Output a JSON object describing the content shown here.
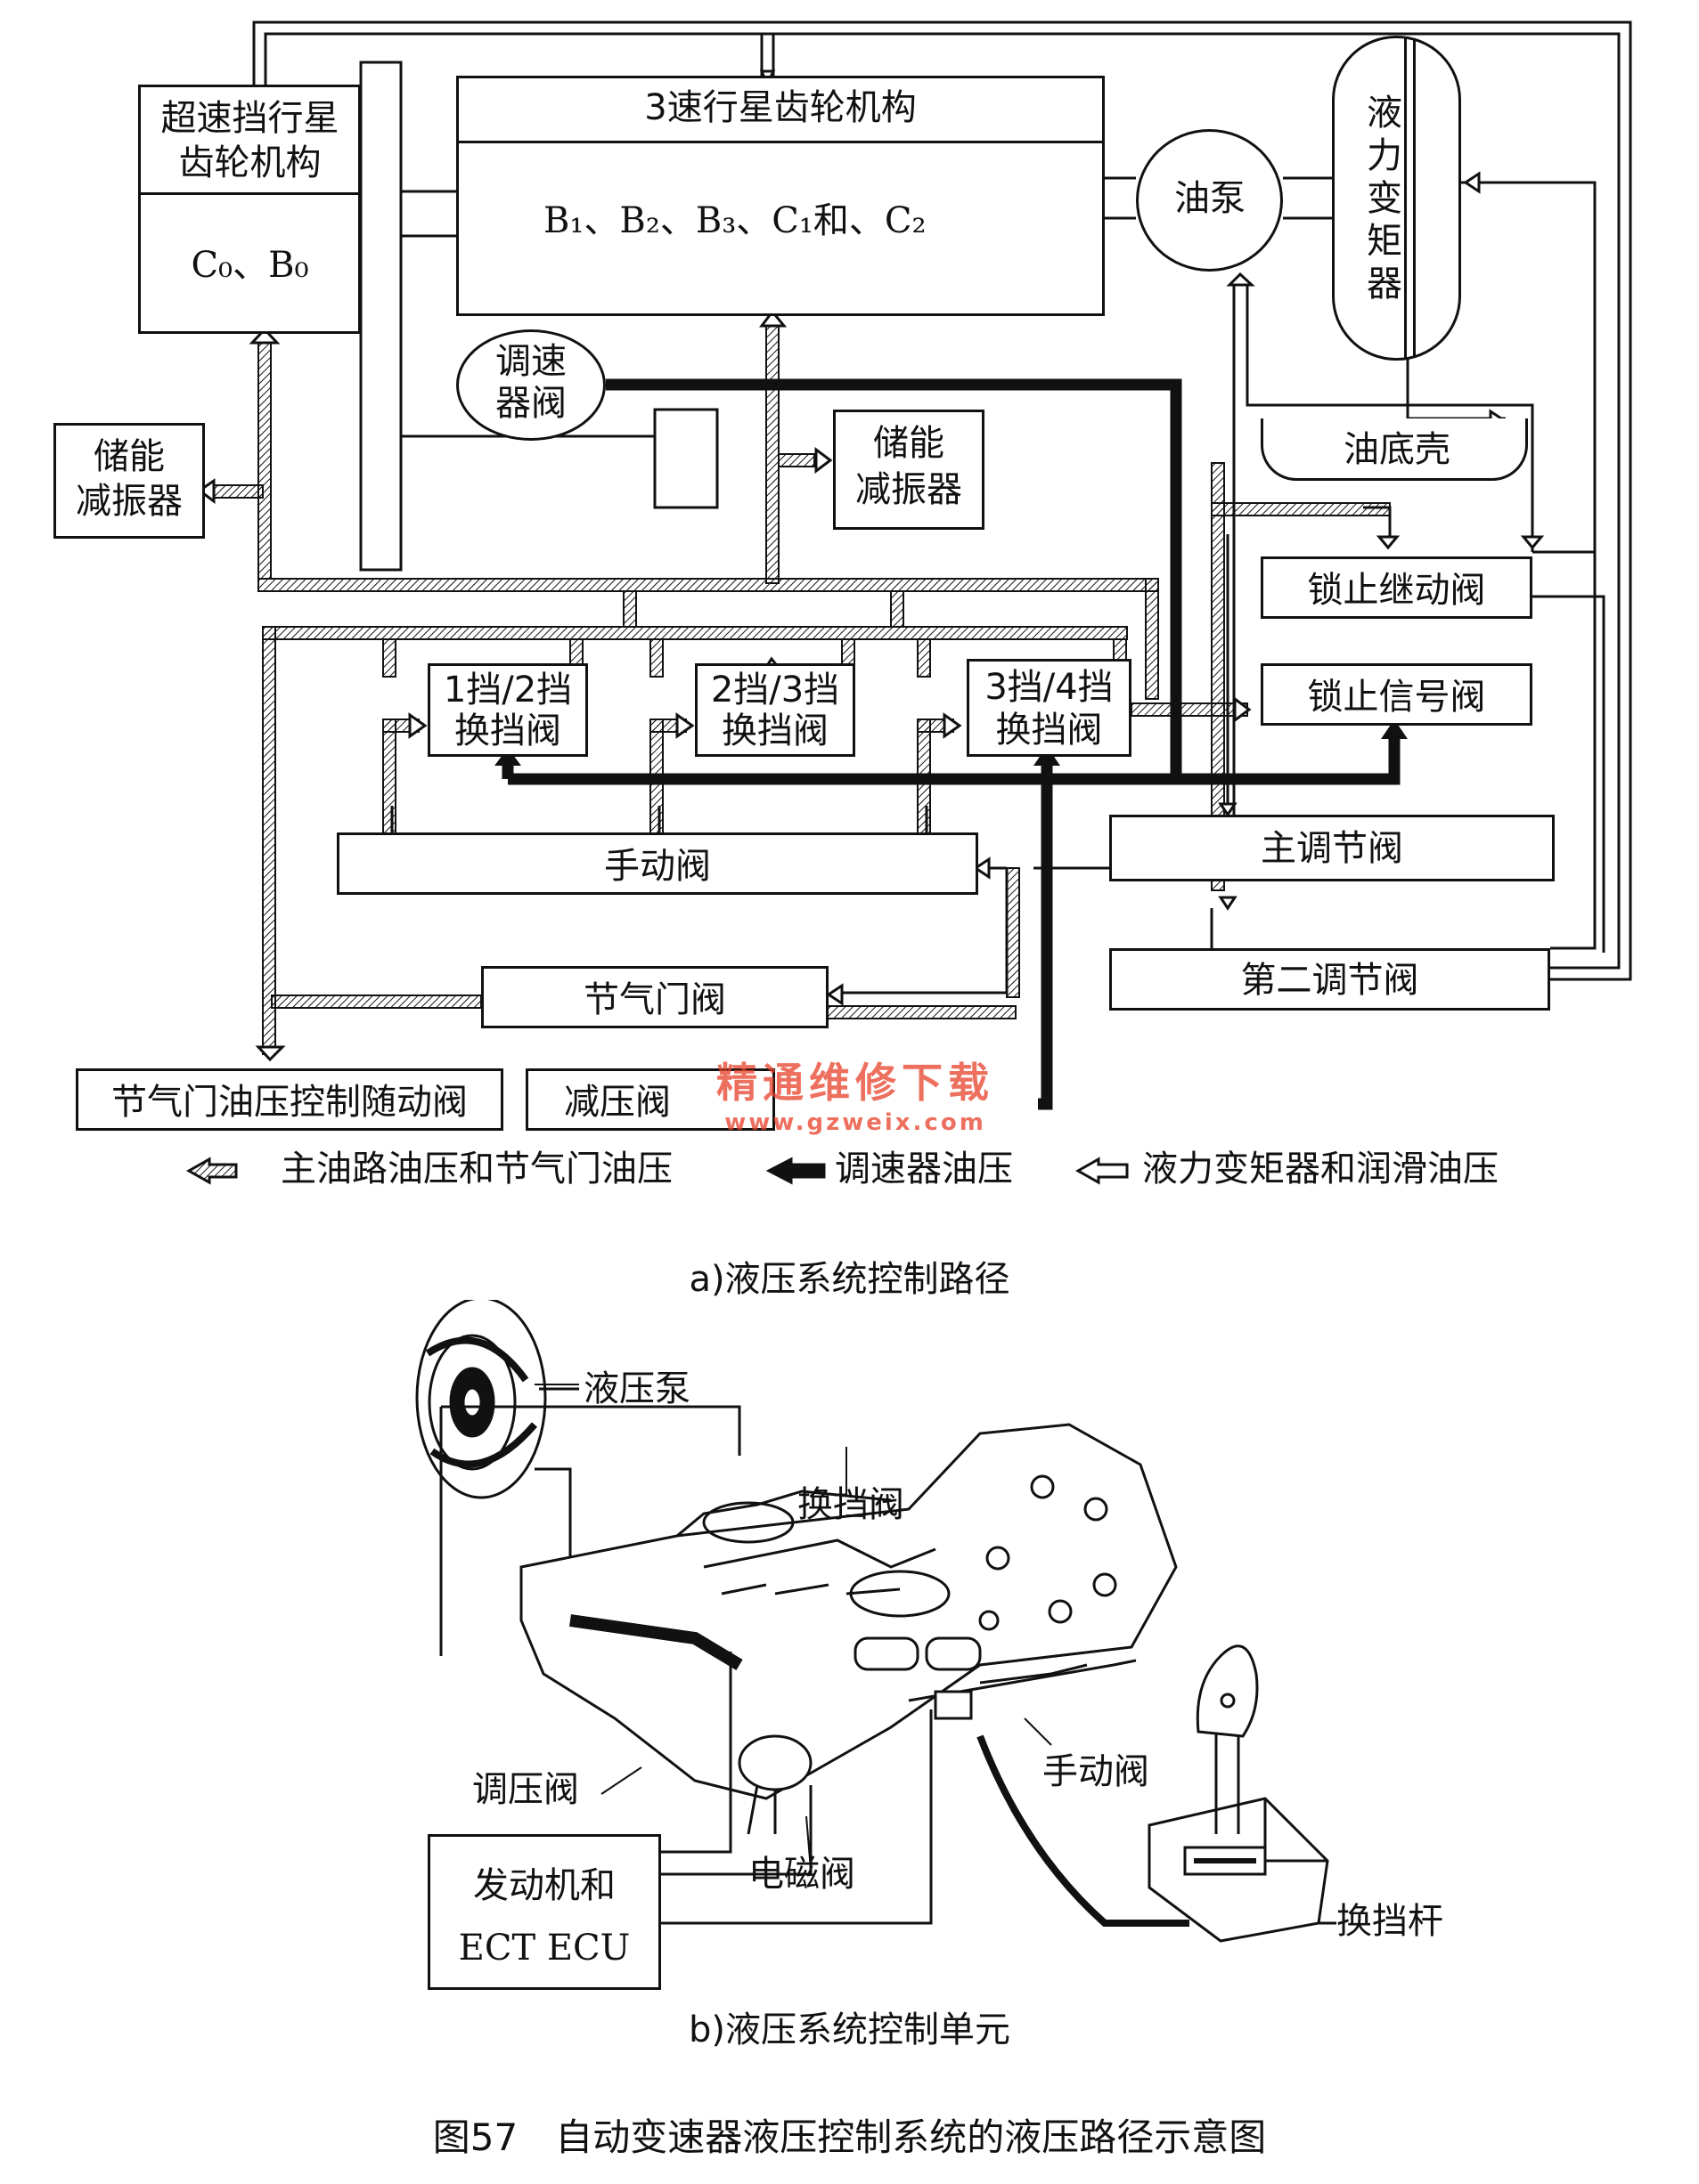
{
  "diagram_a": {
    "overdrive_planetary": {
      "title_line1": "超速挡行星",
      "title_line2": "齿轮机构",
      "elements": "C₀、B₀"
    },
    "planetary_3speed": {
      "title": "3速行星齿轮机构",
      "elements": "B₁、B₂、B₃、C₁和、C₂"
    },
    "oil_pump": "油泵",
    "torque_converter": "液力变矩器",
    "oil_pan": "油底壳",
    "governor_valve": {
      "line1": "调速",
      "line2": "器阀"
    },
    "accumulator_left": {
      "line1": "储能",
      "line2": "减振器"
    },
    "accumulator_mid": {
      "line1": "储能",
      "line2": "减振器"
    },
    "lockup_relay_valve": "锁止继动阀",
    "lockup_signal_valve": "锁止信号阀",
    "shift_valve_12": {
      "line1": "1挡/2挡",
      "line2": "换挡阀"
    },
    "shift_valve_23": {
      "line1": "2挡/3挡",
      "line2": "换挡阀"
    },
    "shift_valve_34": {
      "line1": "3挡/4挡",
      "line2": "换挡阀"
    },
    "manual_valve": "手动阀",
    "primary_regulator": "主调节阀",
    "secondary_regulator": "第二调节阀",
    "throttle_valve": "节气门阀",
    "throttle_modulator": "节气门油压控制随动阀",
    "pressure_reducer": "减压阀",
    "legend": {
      "main_line": "主油路油压和节气门油压",
      "governor": "调速器油压",
      "converter": "液力变矩器和润滑油压"
    },
    "caption": "a)液压系统控制路径"
  },
  "watermark": {
    "line1": "精通维修下载",
    "line2": "www.gzweix.com"
  },
  "diagram_b": {
    "hydraulic_pump": "液压泵",
    "shift_valve": "换挡阀",
    "regulator_valve": "调压阀",
    "manual_valve": "手动阀",
    "solenoid_valve": "电磁阀",
    "shift_lever": "换挡杆",
    "ecu": {
      "line1": "发动机和",
      "line2": "ECT ECU"
    },
    "caption": "b)液压系统控制单元"
  },
  "figure_caption": "图57　自动变速器液压控制系统的液压路径示意图",
  "colors": {
    "ink": "#111111",
    "watermark": "#e8412a",
    "hatch": "#111111"
  }
}
